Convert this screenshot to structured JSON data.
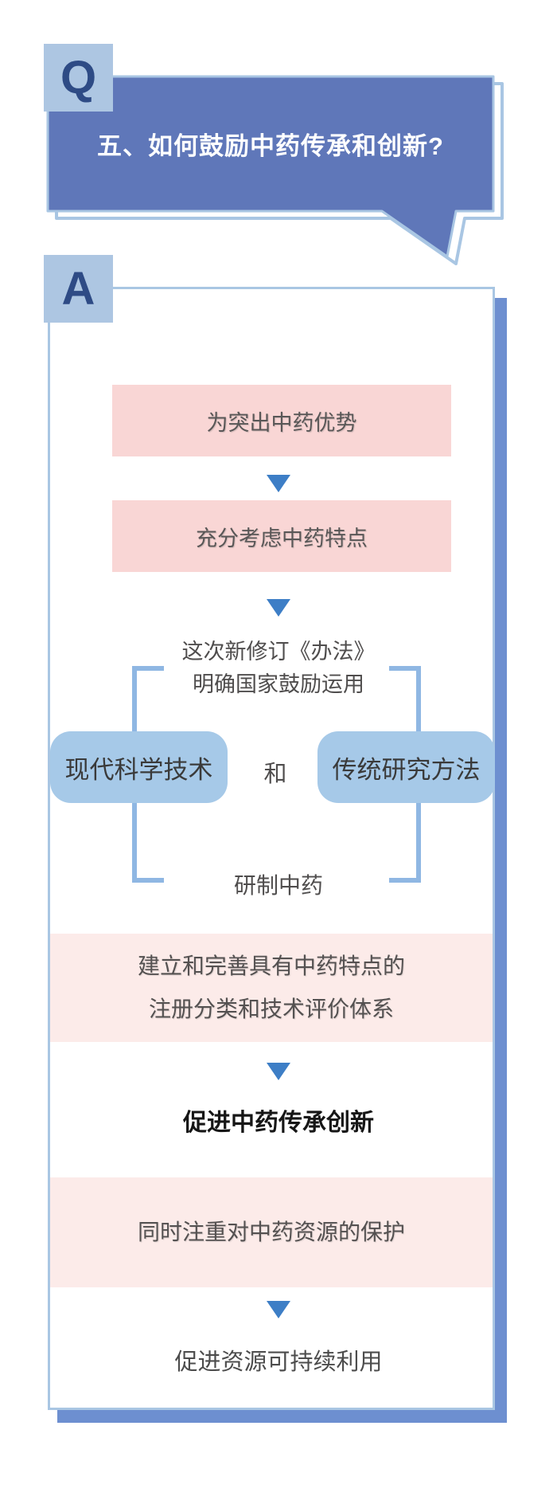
{
  "colors": {
    "banner_blue": "#5f77b9",
    "outline_light_blue": "#a9c6e3",
    "badge_light_blue": "#adc6e2",
    "badge_letter_navy": "#2e4b85",
    "panel_shadow_blue": "#6d8fd0",
    "pink_step_box": "#f9d6d5",
    "pale_pink_band": "#fcebe9",
    "branch_button_blue": "#a6c9e8",
    "bracket_blue": "#8fb7e3",
    "arrow_blue": "#3d7ec6",
    "body_text_gray": "#4f4d4d",
    "emphasis_text_black": "#161616"
  },
  "question": {
    "badge": "Q",
    "title": "五、如何鼓励中药传承和创新?"
  },
  "answer": {
    "badge": "A",
    "step1": "为突出中药优势",
    "step2": "充分考虑中药特点",
    "intro_line1": "这次新修订《办法》",
    "intro_line2": "明确国家鼓励运用",
    "branch_left": "现代科学技术",
    "branch_connector": "和",
    "branch_right": "传统研究方法",
    "merge_label": "研制中药",
    "band1_line1": "建立和完善具有中药特点的",
    "band1_line2": "注册分类和技术评价体系",
    "result_emphasis": "促进中药传承创新",
    "band2": "同时注重对中药资源的保护",
    "final_note": "促进资源可持续利用"
  }
}
